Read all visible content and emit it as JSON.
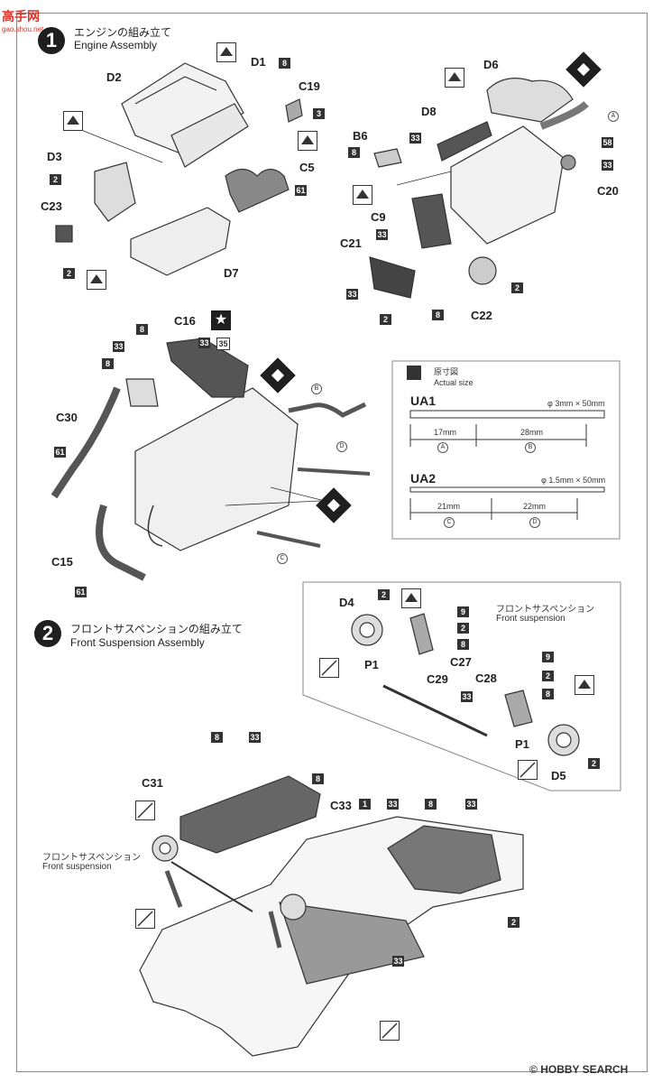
{
  "watermark_top": {
    "text": "高手网",
    "sub": "gao.shou.net"
  },
  "watermark_bottom": {
    "text": "HOBBY SEARCH",
    "symbol": "©"
  },
  "step1": {
    "number": "1",
    "title_jp": "エンジンの組み立て",
    "title_en": "Engine Assembly"
  },
  "step2": {
    "number": "2",
    "title_jp": "フロントサスペンションの組み立て",
    "title_en": "Front Suspension Assembly"
  },
  "parts": {
    "D1": "D1",
    "D2": "D2",
    "D3": "D3",
    "D4": "D4",
    "D5": "D5",
    "D6": "D6",
    "D7": "D7",
    "D8": "D8",
    "C5": "C5",
    "C9": "C9",
    "C15": "C15",
    "C16": "C16",
    "C19": "C19",
    "C20": "C20",
    "C21": "C21",
    "C22": "C22",
    "C23": "C23",
    "C27": "C27",
    "C28": "C28",
    "C29": "C29",
    "C30": "C30",
    "C31": "C31",
    "C33": "C33",
    "B6": "B6",
    "P1a": "P1",
    "P1b": "P1"
  },
  "color_codes": {
    "c2": "2",
    "c3": "3",
    "c8": "8",
    "c9": "9",
    "c33": "33",
    "c35": "35",
    "c58": "58",
    "c61": "61",
    "c1": "1"
  },
  "circle_refs": {
    "A": "A",
    "B": "B",
    "C": "C",
    "D": "D"
  },
  "actual_size": {
    "title_jp": "原寸図",
    "title_en": "Actual size",
    "ua1": {
      "label": "UA1",
      "spec": "φ 3mm × 50mm",
      "seg1": "17mm",
      "seg2": "28mm",
      "ref1": "A",
      "ref2": "B"
    },
    "ua2": {
      "label": "UA2",
      "spec": "φ 1.5mm × 50mm",
      "seg1": "21mm",
      "seg2": "22mm",
      "ref1": "C",
      "ref2": "D"
    }
  },
  "front_susp_box": {
    "title_jp": "フロントサスペンション",
    "title_en": "Front suspension"
  },
  "front_susp_side": {
    "title_jp": "フロントサスペンション",
    "title_en": "Front suspension"
  }
}
